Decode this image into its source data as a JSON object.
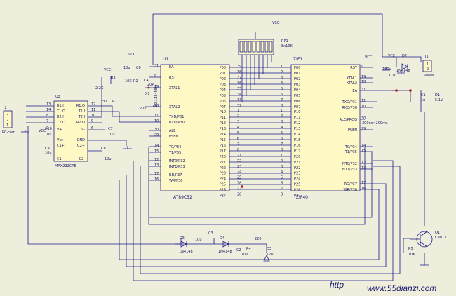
{
  "colors": {
    "background": "#efeedd",
    "ic_body": "#fdf8c4",
    "wire": "#1a1a8c",
    "junction": "#a61b1b",
    "watermark": "#c00000"
  },
  "u1": {
    "ref": "U1",
    "part": "AT89C52",
    "left_pins": [
      {
        "num": "31",
        "name": "EA"
      },
      {
        "num": "9",
        "name": "RST"
      },
      {
        "num": "19",
        "name": "XTAL1"
      },
      {
        "num": "18",
        "name": "XTAL2"
      },
      {
        "num": "11",
        "name": "TXD/P31"
      },
      {
        "num": "10",
        "name": "RXD/P30"
      },
      {
        "num": "30",
        "name": "ALE"
      },
      {
        "num": "29",
        "name": "PSEN"
      },
      {
        "num": "14",
        "name": "T0/P34"
      },
      {
        "num": "15",
        "name": "T1/P35"
      },
      {
        "num": "12",
        "name": "INT0/P32"
      },
      {
        "num": "13",
        "name": "INT1/P33"
      },
      {
        "num": "17",
        "name": "RD/P37"
      },
      {
        "num": "16",
        "name": "WR/P36"
      }
    ],
    "port0": {
      "names": [
        "P00",
        "P01",
        "P02",
        "P03",
        "P04",
        "P05",
        "P06",
        "P07"
      ],
      "nums": [
        "39",
        "38",
        "37",
        "36",
        "35",
        "34",
        "33",
        "32"
      ]
    },
    "port1": {
      "names": [
        "P10",
        "P11",
        "P12",
        "P13",
        "P14",
        "P15",
        "P16",
        "P17"
      ],
      "nums": [
        "1",
        "2",
        "3",
        "4",
        "5",
        "6",
        "7",
        "8"
      ]
    },
    "port2": {
      "names": [
        "P20",
        "P21",
        "P22",
        "P23",
        "P24",
        "P25",
        "P26",
        "P27"
      ],
      "nums": [
        "21",
        "22",
        "23",
        "24",
        "25",
        "26",
        "27",
        "28"
      ]
    }
  },
  "zif": {
    "ref": "ZIF1",
    "part": "ZIF40",
    "left_port0": [
      "P00",
      "P01",
      "P02",
      "P03",
      "P04",
      "P05",
      "P06",
      "P07"
    ],
    "left_port1": [
      "P10",
      "P11",
      "P12",
      "P13",
      "P14",
      "P15",
      "P16",
      "P17"
    ],
    "left_port2": [
      "P20",
      "P21",
      "P22",
      "P23",
      "P24",
      "P25",
      "P26",
      "P27"
    ],
    "right_pins": [
      {
        "num": "9",
        "name": "RST"
      },
      {
        "num": "19",
        "name": "XTAL1"
      },
      {
        "num": "18",
        "name": "XTAL2"
      },
      {
        "num": "31",
        "name": "EA"
      },
      {
        "num": "11",
        "name": "TXD/P31"
      },
      {
        "num": "10",
        "name": "RXD/P30"
      },
      {
        "num": "30",
        "name": "ALE/PROG"
      },
      {
        "num": "29",
        "name": "PSEN"
      },
      {
        "num": "14",
        "name": "T0/P34"
      },
      {
        "num": "15",
        "name": "T1/P35"
      },
      {
        "num": "12",
        "name": "INT0/P32"
      },
      {
        "num": "13",
        "name": "INT1/P33"
      },
      {
        "num": "17",
        "name": "RD/P37"
      },
      {
        "num": "16",
        "name": "WR/P36"
      }
    ],
    "ale_note": "300ns~200ms"
  },
  "u2": {
    "ref": "U2",
    "part": "MAX232CPE",
    "left_pins": [
      {
        "num": "13",
        "name": "R1.I"
      },
      {
        "num": "14",
        "name": "T1.O"
      },
      {
        "num": "8",
        "name": "R2.I"
      },
      {
        "num": "7",
        "name": "T2.O"
      },
      {
        "num": "2",
        "name": "V+"
      },
      {
        "num": "",
        "name": "Vcc"
      },
      {
        "num": "",
        "name": "C1+"
      },
      {
        "num": "",
        "name": "C1-"
      }
    ],
    "right_pins": [
      {
        "num": "12",
        "name": "R1.O"
      },
      {
        "num": "11",
        "name": "T1.I"
      },
      {
        "num": "10",
        "name": "T2.I"
      },
      {
        "num": "9",
        "name": "R2.O"
      },
      {
        "num": "6",
        "name": "V-"
      },
      {
        "num": "",
        "name": "GND"
      },
      {
        "num": "",
        "name": "C2+"
      },
      {
        "num": "",
        "name": "C2-"
      }
    ]
  },
  "labels": {
    "j2": "J2",
    "j2_pins": [
      "3",
      "2",
      "1"
    ],
    "pccom": "PC-com",
    "j1": "J1",
    "j1_pins": [
      "1",
      "2"
    ],
    "power": "Power",
    "rp1": "RP1",
    "rp1_val": "8x10K",
    "vcc": "VCC",
    "c6": "C6",
    "c6_val": "10u",
    "r2": "R2",
    "r2_val": "10K",
    "c4": "C4",
    "c5": "C5",
    "c_small": "20P",
    "x1": "X1",
    "x1_val": "22.1184MHz",
    "c7": "C7",
    "c7_val": "10u",
    "c8": "C8",
    "c8_val": "10u",
    "c9": "C9",
    "c9_val": "10u",
    "c10": "C10",
    "c10_val": "10u",
    "r3": "R3",
    "r3_val": "2.2K",
    "led": "LED",
    "r1": "R1",
    "d2": "D2",
    "d2_val": "1N4148",
    "c10b": "C10",
    "c10b_val": "100u",
    "c1": "C1",
    "c1_val": "1u",
    "d1": "D1",
    "d1_val": "5.1V",
    "q1": "Q1",
    "q1_val": "C9013",
    "r5": "R5",
    "r5_val": "10K",
    "d5": "D5",
    "d5_val": "1N4148",
    "d4": "D4",
    "d4_val": "1N4148",
    "c3": "C3",
    "c3_val": "10u",
    "c2": "C2",
    "c2_val": "10u",
    "r4": "R4",
    "r4_val": "220",
    "d3": "D3",
    "d3_val": "12V",
    "wm_left": "http",
    "wm_right": "www.55dianzi.com"
  }
}
